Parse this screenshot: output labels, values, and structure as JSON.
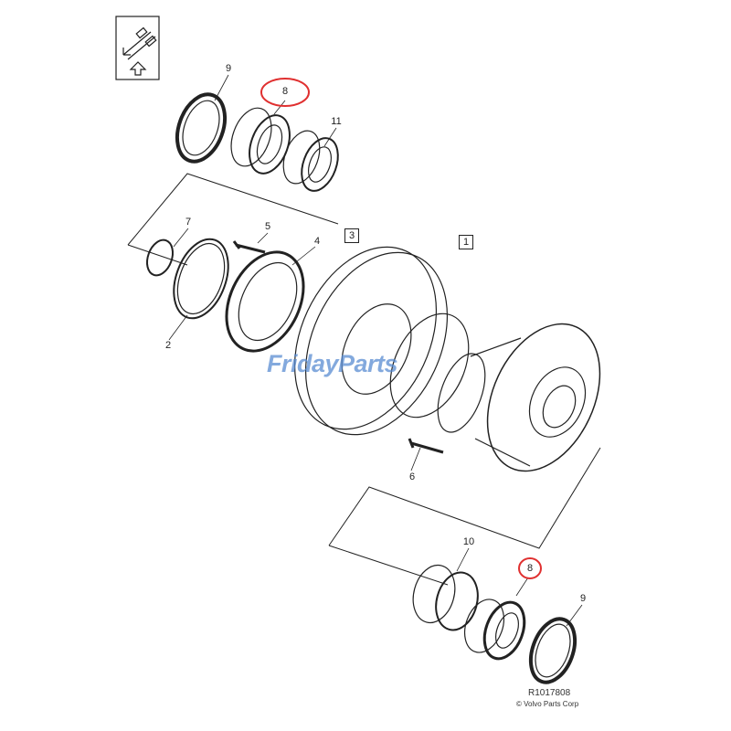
{
  "diagram": {
    "callouts": [
      {
        "id": "9-top",
        "text": "9",
        "highlighted": false
      },
      {
        "id": "8-top",
        "text": "8",
        "highlighted": true
      },
      {
        "id": "11",
        "text": "11",
        "highlighted": false
      },
      {
        "id": "7",
        "text": "7",
        "highlighted": false
      },
      {
        "id": "5",
        "text": "5",
        "highlighted": false
      },
      {
        "id": "4",
        "text": "4",
        "highlighted": false
      },
      {
        "id": "2",
        "text": "2",
        "highlighted": false
      },
      {
        "id": "6",
        "text": "6",
        "highlighted": false
      },
      {
        "id": "10",
        "text": "10",
        "highlighted": false
      },
      {
        "id": "8-bottom",
        "text": "8",
        "highlighted": true
      },
      {
        "id": "9-bottom",
        "text": "9",
        "highlighted": false
      }
    ],
    "boxed_callouts": [
      {
        "text": "3"
      },
      {
        "text": "1"
      }
    ],
    "highlight_color": "#e03030",
    "watermark": "FridayParts",
    "reference_number": "R1017808",
    "copyright": "© Volvo Parts Corp",
    "orientation_icon": "vehicle-direction-icon"
  }
}
